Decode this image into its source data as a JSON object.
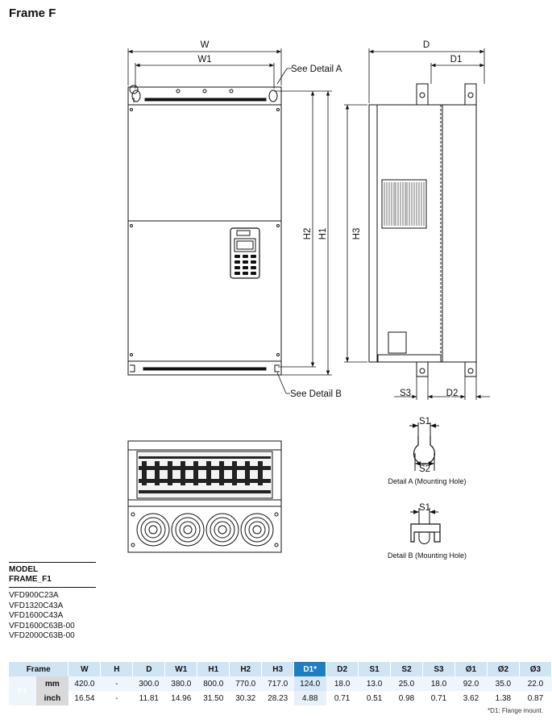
{
  "page": {
    "title": "Frame F"
  },
  "labels": {
    "W": "W",
    "W1": "W1",
    "D": "D",
    "D1": "D1",
    "H1": "H1",
    "H2": "H2",
    "H3": "H3",
    "S3": "S3",
    "D2": "D2",
    "S1": "S1",
    "S2": "S2",
    "see_detail_a": "See Detail A",
    "see_detail_b": "See Detail B",
    "detail_a": "Detail A (Mounting Hole)",
    "detail_b": "Detail B (Mounting Hole)"
  },
  "models": {
    "header_line1": "MODEL",
    "header_line2": "FRAME_F1",
    "items": [
      "VFD900C23A",
      "VFD1320C43A",
      "VFD1600C43A",
      "VFD1600C63B-00",
      "VFD2000C63B-00"
    ]
  },
  "table": {
    "headers": [
      "Frame",
      "W",
      "H",
      "D",
      "W1",
      "H1",
      "H2",
      "H3",
      "D1*",
      "D2",
      "S1",
      "S2",
      "S3",
      "Ø1",
      "Ø2",
      "Ø3"
    ],
    "frame": "F1",
    "rows": [
      {
        "unit": "mm",
        "values": [
          "420.0",
          "-",
          "300.0",
          "380.0",
          "800.0",
          "770.0",
          "717.0",
          "124.0",
          "18.0",
          "13.0",
          "25.0",
          "18.0",
          "92.0",
          "35.0",
          "22.0"
        ]
      },
      {
        "unit": "inch",
        "values": [
          "16.54",
          "-",
          "11.81",
          "14.96",
          "31.50",
          "30.32",
          "28.23",
          "4.88",
          "0.71",
          "0.51",
          "0.98",
          "0.71",
          "3.62",
          "1.38",
          "0.87"
        ]
      }
    ],
    "footnote": "*D1: Flange mount."
  },
  "colors": {
    "table_header": "#cfe5f3",
    "highlight": "#1c7fc2",
    "frame_cell": "#5a5a5a"
  }
}
